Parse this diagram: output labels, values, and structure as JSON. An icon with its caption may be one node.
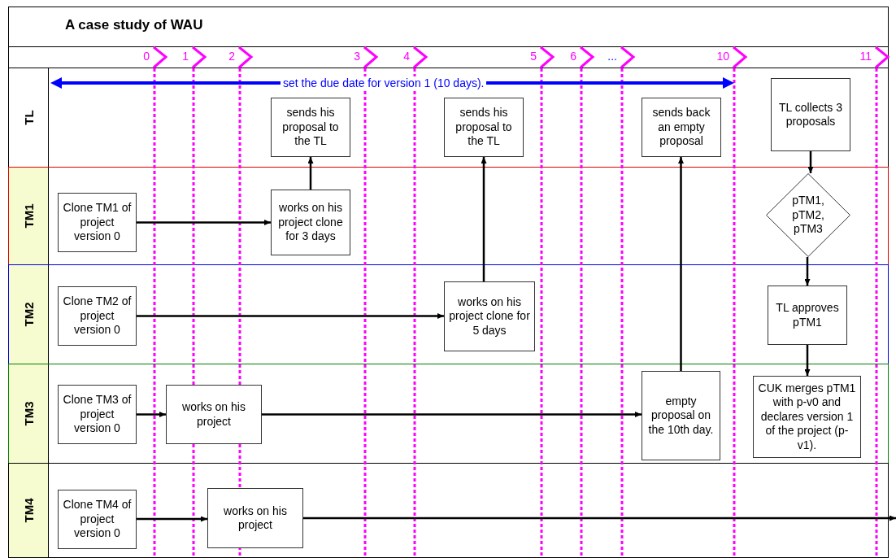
{
  "diagram": {
    "title": "A case study of WAU",
    "nodes": [
      {
        "text": [
          "TL"
        ]
      },
      {
        "text": [
          "TM1"
        ]
      },
      {
        "text": [
          "TM2"
        ]
      },
      {
        "text": [
          "TM3"
        ]
      },
      {
        "text": [
          "TM4"
        ]
      },
      {
        "text": [
          "sends his proposal to the TL"
        ],
        "in": 0
      },
      {
        "text": [
          "sends his proposal to the TL"
        ],
        "in": 0
      },
      {
        "text": [
          "sends back an empty proposal"
        ],
        "in": 0
      },
      {
        "text": [
          "TL collects 3 proposals"
        ],
        "in": 0
      },
      {
        "text": [
          "Clone TM1 of project version 0"
        ],
        "in": 1
      },
      {
        "text": [
          "works on his project clone for 3 days"
        ],
        "in": 1
      },
      {
        "text": [
          "pTM1, pTM2, pTM3"
        ],
        "in": 1
      },
      {
        "text": [
          "Clone TM2 of project version 0"
        ],
        "in": 2
      },
      {
        "text": [
          "works on his project clone for 5 days"
        ],
        "in": 2
      },
      {
        "text": [
          "TL approves pTM1"
        ],
        "in": 2
      },
      {
        "text": [
          "Clone TM3 of project version 0"
        ],
        "in": 3
      },
      {
        "text": [
          "works on his project"
        ],
        "in": 3
      },
      {
        "text": [
          "empty proposal on the 10th day."
        ],
        "in": 3
      },
      {
        "text": [
          "CUK merges pTM1 with p-v0 and declares version 1 of the project (p-v1)."
        ],
        "in": 3
      },
      {
        "text": [
          "Clone TM4 of project version 0"
        ],
        "in": 4
      },
      {
        "text": [
          "works on his project"
        ],
        "in": 4
      }
    ],
    "edges": [
      {
        "from": 9,
        "to": 10,
        "arrow": "to"
      },
      {
        "from": 10,
        "to": 5,
        "arrow": "to"
      },
      {
        "from": 12,
        "to": 13,
        "arrow": "to"
      },
      {
        "from": 13,
        "to": 6,
        "arrow": "to"
      },
      {
        "from": 15,
        "to": 16,
        "arrow": "to"
      },
      {
        "from": 16,
        "to": 17,
        "arrow": "to"
      },
      {
        "from": 17,
        "to": 7,
        "arrow": "to"
      },
      {
        "from": 8,
        "to": 11,
        "arrow": "to"
      },
      {
        "from": 11,
        "to": 14,
        "arrow": "to"
      },
      {
        "from": 14,
        "to": 18,
        "arrow": "to"
      },
      {
        "from": 19,
        "to": 20,
        "arrow": "to"
      },
      {
        "from": 20,
        "to": null,
        "arrow": "to"
      }
    ],
    "labels": [
      "0",
      "1",
      "2",
      "3",
      "4",
      "5",
      "6",
      "...",
      "10",
      "11",
      "set the due date for version 1 (10 days)."
    ]
  }
}
